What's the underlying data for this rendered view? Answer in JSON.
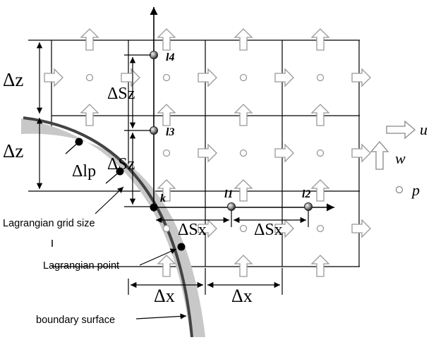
{
  "labels": {
    "dz_top": "Δz",
    "dz_mid": "Δz",
    "dsz_top": "ΔSz",
    "dsz_mid": "ΔSz",
    "dlp": "Δlp",
    "dsx_left": "ΔSx",
    "dsx_right": "ΔSx",
    "dx_left": "Δx",
    "dx_right": "Δx",
    "point_l4": "l4",
    "point_l3": "l3",
    "point_k": "k",
    "point_l1": "l1",
    "point_l2": "l2",
    "callout_grid_size": "Lagrangian grid size",
    "callout_point": "Lagrangian point",
    "callout_surface": "boundary surface"
  },
  "legend": {
    "u": "u",
    "w": "w",
    "p": "p"
  }
}
